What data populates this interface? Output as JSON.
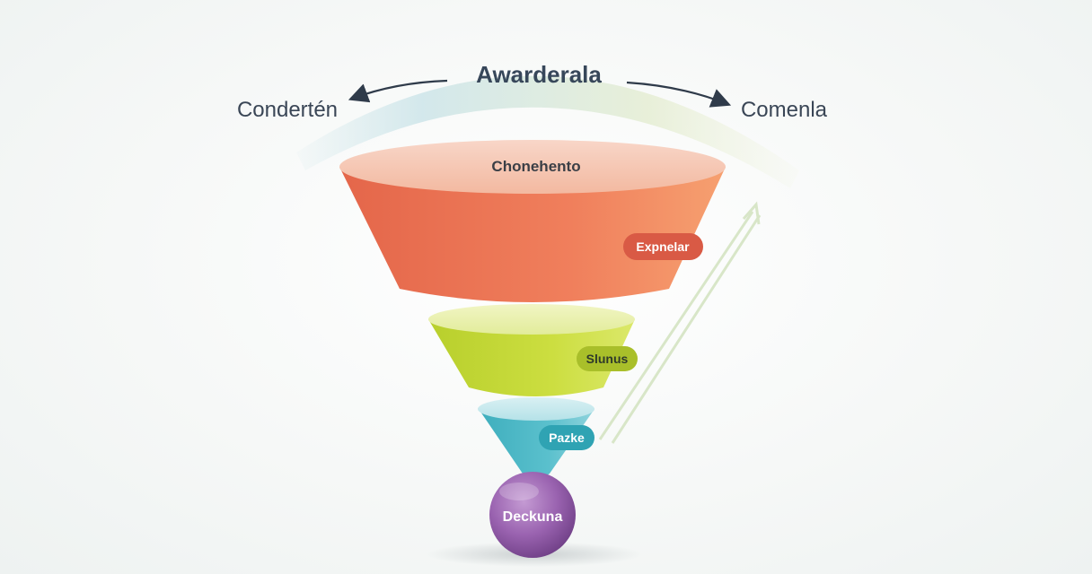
{
  "diagram": {
    "arc_title": "Awarderala",
    "left_label": "Condertén",
    "right_label": "Comenla",
    "stages": [
      {
        "label": "Chonehento",
        "color": "#ee7a56"
      },
      {
        "label": "Slunus",
        "color": "#c6d93a"
      },
      {
        "label": "Pazke",
        "color": "#4fb9c7"
      },
      {
        "label": "Deckuna",
        "color": "#9a63b0"
      }
    ],
    "callouts": [
      {
        "label": "Expnelar",
        "color": "#d95a45"
      },
      {
        "label": "Slunus",
        "color": "#a9bf2a"
      },
      {
        "label": "Pazke",
        "color": "#2fa3b3"
      }
    ]
  }
}
